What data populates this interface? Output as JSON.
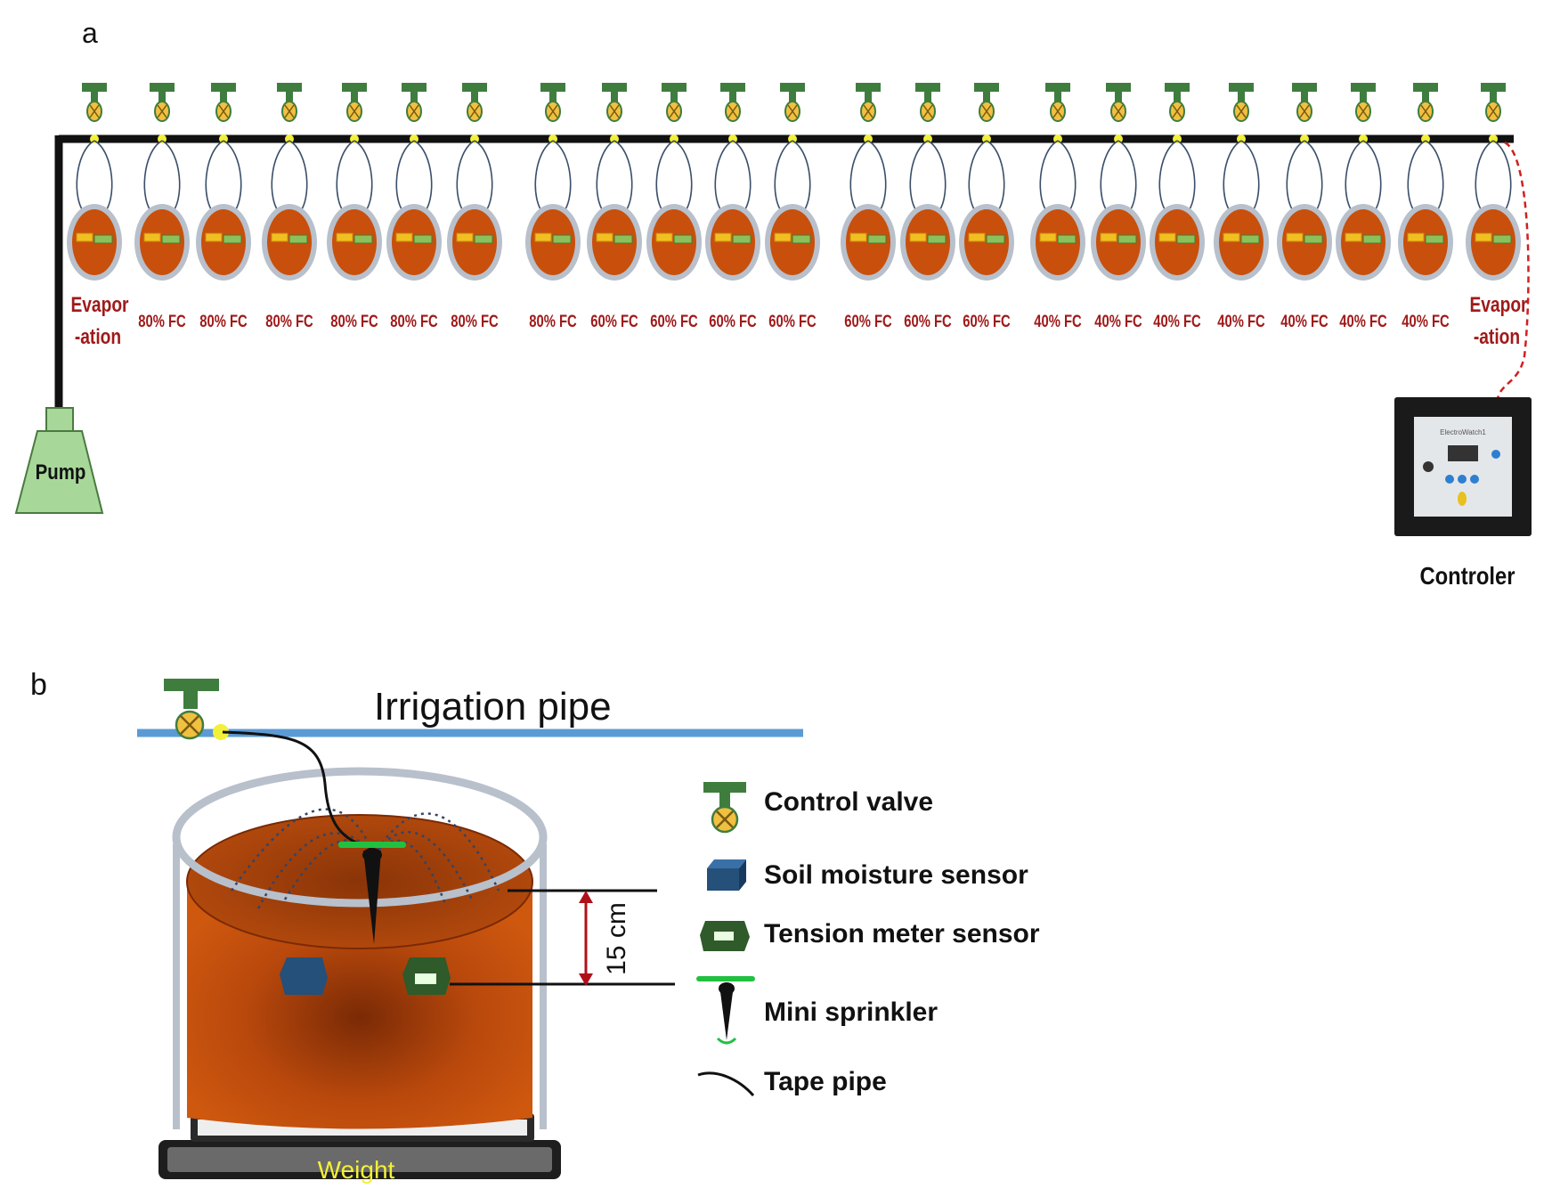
{
  "panel_a": {
    "label": "a",
    "pump_label": "Pump",
    "controller_label": "Controler",
    "controller_screen_text": "ElectroWatch1",
    "pots": [
      {
        "label_line1": "Evapor",
        "label_line2": "-ation"
      },
      {
        "label_line1": "80% FC"
      },
      {
        "label_line1": "80% FC"
      },
      {
        "label_line1": "80% FC"
      },
      {
        "label_line1": "80% FC"
      },
      {
        "label_line1": "80% FC"
      },
      {
        "label_line1": "80% FC"
      },
      {
        "label_line1": "80% FC"
      },
      {
        "label_line1": "60% FC"
      },
      {
        "label_line1": "60% FC"
      },
      {
        "label_line1": "60% FC"
      },
      {
        "label_line1": "60% FC"
      },
      {
        "label_line1": "60% FC"
      },
      {
        "label_line1": "60% FC"
      },
      {
        "label_line1": "60% FC"
      },
      {
        "label_line1": "40% FC"
      },
      {
        "label_line1": "40% FC"
      },
      {
        "label_line1": "40% FC"
      },
      {
        "label_line1": "40% FC"
      },
      {
        "label_line1": "40% FC"
      },
      {
        "label_line1": "40% FC"
      },
      {
        "label_line1": "40% FC"
      },
      {
        "label_line1": "Evapor",
        "label_line2": "-ation"
      }
    ]
  },
  "panel_b": {
    "label": "b",
    "pipe_label": "Irrigation pipe",
    "depth_label": "15 cm",
    "weight_label": "Weight",
    "legend": [
      {
        "icon": "control-valve-icon",
        "label": "Control valve"
      },
      {
        "icon": "soil-moisture-sensor-icon",
        "label": "Soil moisture sensor"
      },
      {
        "icon": "tension-meter-sensor-icon",
        "label": "Tension meter sensor"
      },
      {
        "icon": "mini-sprinkler-icon",
        "label": "Mini sprinkler"
      },
      {
        "icon": "tape-pipe-icon",
        "label": "Tape pipe"
      }
    ]
  },
  "colors": {
    "valve_body": "#3f7d3f",
    "valve_ball": "#f0c040",
    "soil": "#c8500c",
    "pot_rim": "#b8c0cc",
    "label_red": "#a01a1a",
    "pump_green": "#a7d89a",
    "irrigation_pipe": "#5b9bd5",
    "moisture_sensor": "#24507a",
    "tension_sensor": "#2f5a2a",
    "sprinkler_green": "#22c040",
    "dashed_wire": "#d02020"
  }
}
